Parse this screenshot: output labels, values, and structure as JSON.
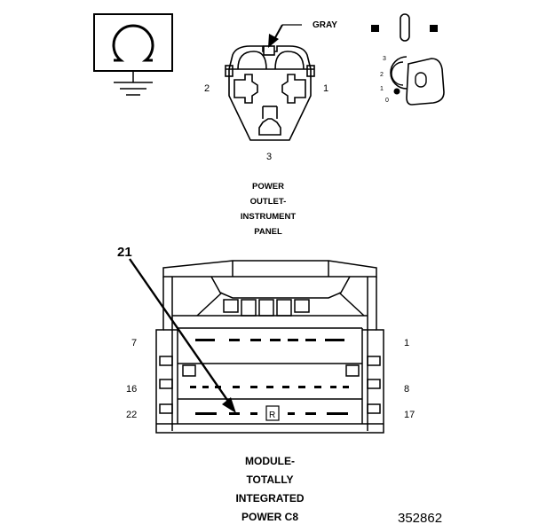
{
  "gray_label": "GRAY",
  "outlet": {
    "pin_labels": {
      "left": "2",
      "right": "1",
      "bottom": "3"
    },
    "title_lines": [
      "POWER",
      "OUTLET-",
      "INSTRUMENT",
      "PANEL"
    ]
  },
  "key_positions": [
    "3",
    "2",
    "1",
    "0"
  ],
  "module": {
    "callout": "21",
    "pin_labels": {
      "row1_left": "7",
      "row1_right": "1",
      "row2_left": "16",
      "row2_right": "8",
      "row3_left": "22",
      "row3_right": "17"
    },
    "cavity_mark": "R",
    "title_lines": [
      "MODULE-",
      "TOTALLY",
      "INTEGRATED",
      "POWER C8"
    ]
  },
  "figure_number": "352862"
}
